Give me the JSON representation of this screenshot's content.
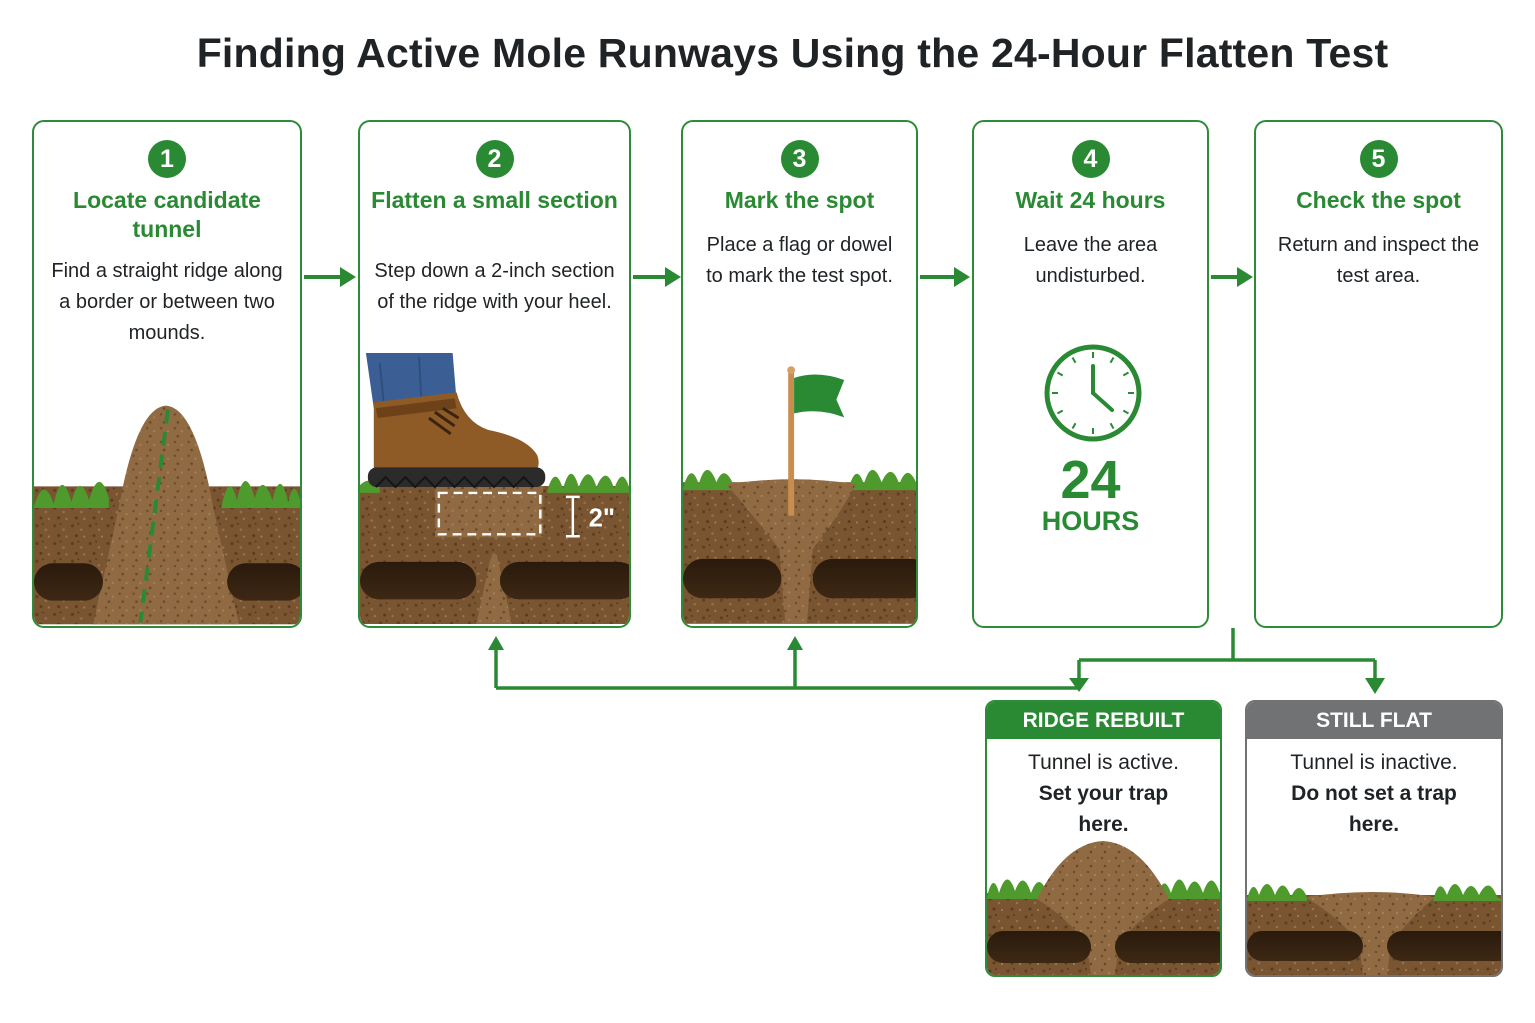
{
  "title": "Finding Active Mole Runways Using the 24-Hour Flatten Test",
  "colors": {
    "accent": "#2a8a34",
    "neutral": "#707274",
    "text": "#1f2326"
  },
  "steps": [
    {
      "number": "1",
      "title": "Locate candidate tunnel",
      "description": "Find a straight ridge along a border or between two mounds."
    },
    {
      "number": "2",
      "title": "Flatten a small section",
      "description": "Step down a 2-inch section of the ridge with your heel.",
      "measure": "2\""
    },
    {
      "number": "3",
      "title": "Mark the spot",
      "description": "Place a flag or dowel to mark the test spot."
    },
    {
      "number": "4",
      "title": "Wait 24 hours",
      "description": "Leave the area undisturbed.",
      "hours_value": "24",
      "hours_unit": "HOURS"
    },
    {
      "number": "5",
      "title": "Check the spot",
      "description": "Return and inspect the test area."
    }
  ],
  "outcomes": [
    {
      "label": "RIDGE REBUILT",
      "text": "Tunnel is active.",
      "action": "Set your trap here."
    },
    {
      "label": "STILL FLAT",
      "text": "Tunnel is inactive.",
      "action": "Do not set a trap here."
    }
  ]
}
